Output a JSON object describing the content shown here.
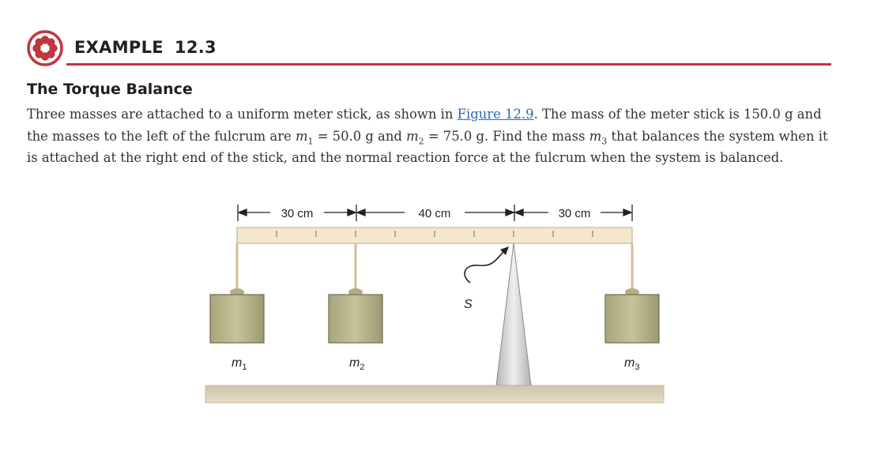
{
  "header": {
    "label": "EXAMPLE",
    "number": "12.3",
    "badge_icon": "asterisk-flower-icon",
    "accent": "#c2353e"
  },
  "title": "The Torque Balance",
  "paragraph": {
    "t1": "Three masses are attached to a uniform meter stick, as shown in ",
    "link": "Figure 12.9",
    "t2": ". The mass of the meter stick is 150.0 g and the masses to the left of the fulcrum are ",
    "m1": "m",
    "m1_sub": "1",
    "eq1": " = 50.0 g and ",
    "m2": "m",
    "m2_sub": "2",
    "eq2": " = 75.0 g. Find the mass ",
    "m3": "m",
    "m3_sub": "3",
    "t3": " that balances the system when it is attached at the right end of the stick, and the normal reaction force at the fulcrum when the system is balanced."
  },
  "figure": {
    "dim1": "30 cm",
    "dim2": "40 cm",
    "dim3": "30 cm",
    "label_s": "S",
    "m1": "m",
    "m1_sub": "1",
    "m2": "m",
    "m2_sub": "2",
    "m3": "m",
    "m3_sub": "3"
  }
}
